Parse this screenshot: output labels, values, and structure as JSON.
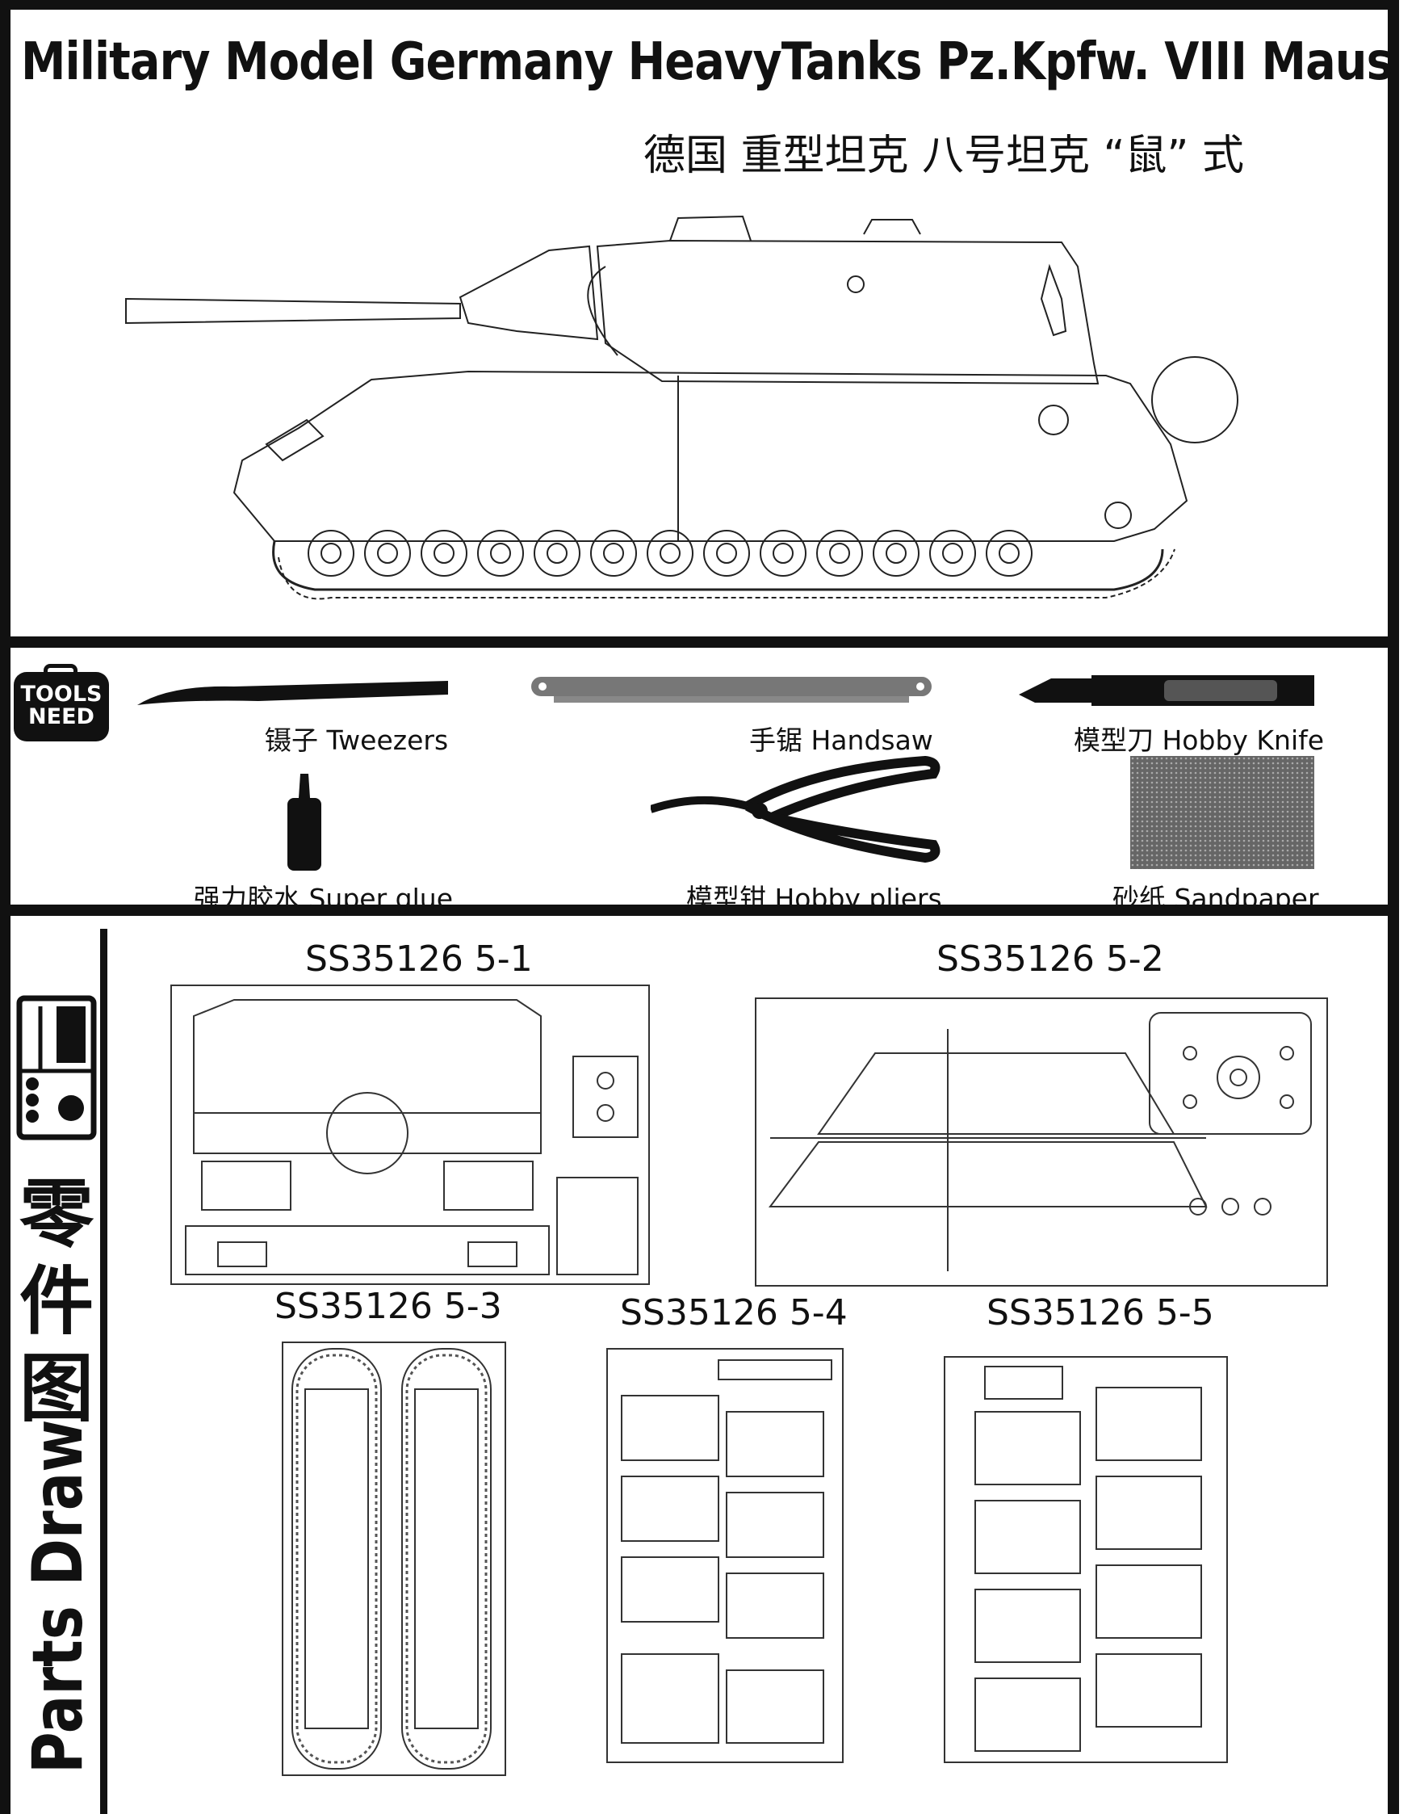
{
  "header": {
    "title_en": "Military Model Germany HeavyTanks Pz.Kpfw. VIII Maus",
    "title_cn": "德国 重型坦克 八号坦克 “鼠” 式"
  },
  "tools": {
    "badge": "TOOLS NEED",
    "items": [
      {
        "label": "镊子 Tweezers",
        "icon": "tweezers-icon"
      },
      {
        "label": "手锯 Handsaw",
        "icon": "handsaw-icon"
      },
      {
        "label": "模型刀 Hobby Knife",
        "icon": "hobby-knife-icon"
      },
      {
        "label": "强力胶水 Super glue",
        "icon": "glue-bottle-icon"
      },
      {
        "label": "模型钳 Hobby pliers",
        "icon": "pliers-icon"
      },
      {
        "label": "砂纸 Sandpaper",
        "icon": "sandpaper-icon"
      }
    ]
  },
  "parts": {
    "section_cn": "零件图",
    "section_en": "Parts Draw",
    "sheets": [
      {
        "label": "SS35126 5-1"
      },
      {
        "label": "SS35126 5-2"
      },
      {
        "label": "SS35126 5-3"
      },
      {
        "label": "SS35126 5-4"
      },
      {
        "label": "SS35126 5-5"
      }
    ]
  }
}
